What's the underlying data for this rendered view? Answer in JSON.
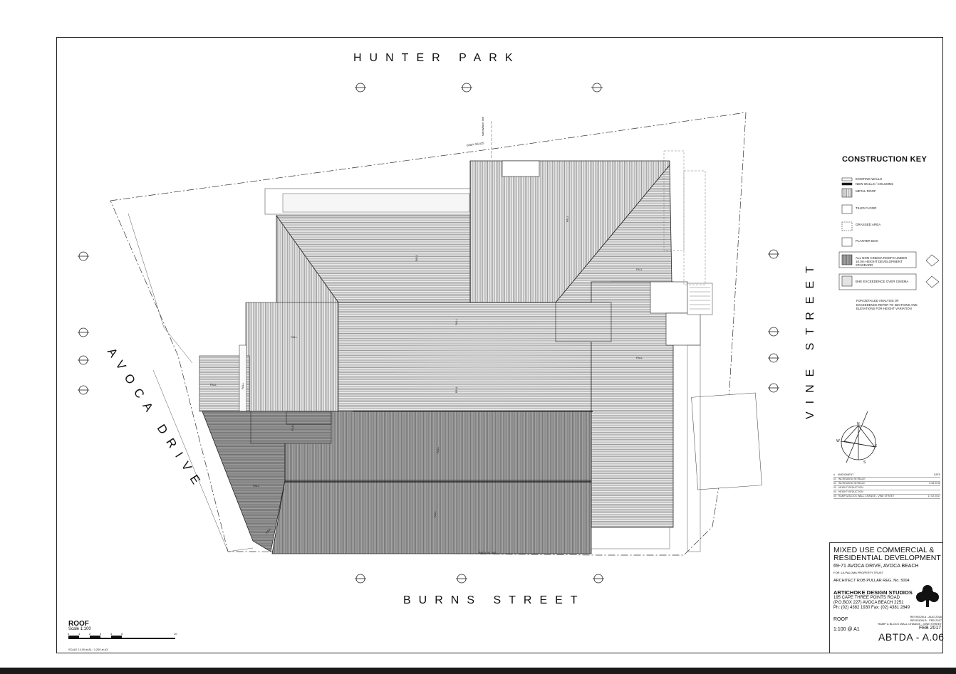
{
  "streets": {
    "north": "HUNTER PARK",
    "south": "BURNS STREET",
    "east": "VINE STREET",
    "west": "AVOCA DRIVE"
  },
  "construction_key": {
    "title": "CONSTRUCTION KEY",
    "items": [
      "EXISTING WALLS",
      "NEW WALLS / COLUMNS",
      "METAL ROOF",
      "TILED FLOOR",
      "GRASSED AREA",
      "PLANTER BOX",
      "ALL NON CINEMA ROOFS UNDER 10.0m HEIGHT DEVELOPMENT STANDARD",
      "BHE EXCEEDENCE OVER CINEMA"
    ],
    "note": "FOR DETAILED ANALYSIS OF EXCEEDENCE REFER TO SECTIONS AND ELEVATIONS FOR HEIGHT VARIATION"
  },
  "compass": {
    "n": "N",
    "s": "S",
    "e": "E",
    "w": "W"
  },
  "revisions": {
    "header": [
      "#",
      "AMENDMENT",
      "DATE"
    ],
    "rows": [
      [
        "01",
        "INCREASED SETBACK",
        ""
      ],
      [
        "02",
        "INCREASED SETBACK",
        "5.08.2016"
      ],
      [
        "03",
        "HEIGHT REDUCTION",
        ""
      ],
      [
        "04",
        "HEIGHT REDUCTION",
        ""
      ],
      [
        "05",
        "RAMP & BLOCK WALL CHANGE - VINE STREET",
        "17.02.2017"
      ]
    ]
  },
  "title_block": {
    "project": "MIXED USE COMMERCIAL & RESIDENTIAL DEVELOPMENT",
    "address": "69-71 AVOCA DRIVE, AVOCA BEACH",
    "client": "FOR: LA PALOMA PROPERTY TRUST",
    "architect": "ARCHITECT    ROB PULLAR REG. No. 5004",
    "firm": "ARTICHOKE DESIGN STUDIOS",
    "firm_address1": "195 CAPE THREE POINTS ROAD",
    "firm_address2": "(P.O.BOX 227) AVOCA BEACH 2251",
    "firm_phone": "Ph: (02) 4382 1930 Fax: (02) 4381 2849",
    "sheet_name": "ROOF",
    "scale": "1:100 @ A1",
    "revision_a": "REVISION A - AUG 2016",
    "revision_b": "REVISION B - FEB 2017",
    "revision_note": "RAMP & BLOCK WALL CHANGE - VINE STREET",
    "date": "FEB 2017",
    "drawing_number": "ABTDA - A.06"
  },
  "drawing_label": {
    "title": "ROOF",
    "scale": "Scale 1:100",
    "scale_note": "SCALE 1:100 at A1 / 1:200 at A3",
    "scale_ticks": [
      "0",
      "1",
      "2",
      "3",
      "4",
      "5",
      "10"
    ]
  },
  "annotations": {
    "fall": "FALL",
    "boundary_north": "BNDY 58.425",
    "boundary_south": "BNDY 41.340",
    "subdivision_line": "subdivision line"
  }
}
